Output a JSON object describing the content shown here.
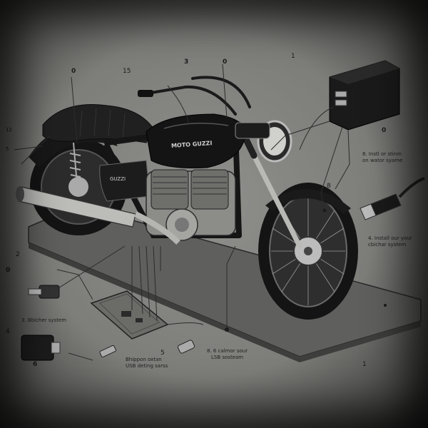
{
  "diagram": {
    "tank_badge": "MOTO GUZZI",
    "side_badge": "GUZZI",
    "callout_numbers": {
      "n_top_left": "0",
      "n_15": "15",
      "n_top_mid": "3",
      "n_top_right": "0",
      "n_hand": "1",
      "n_right_box": "0",
      "n_8": "8",
      "n_12": "12",
      "n_left_small": "5",
      "n_2": "2",
      "n_left_0": "0",
      "n_4": "4",
      "n_6": "6",
      "n_5": "5",
      "n_bottom_right": "1"
    },
    "labels": {
      "right_upper_1": "8. Instl or stinm",
      "right_upper_2": "on wator syame",
      "right_lower_1": "4. Install our your",
      "right_lower_2": "cbichar system",
      "left_mid": "3. Bbicher system",
      "bottom_center_1": "Bhippon oxtan",
      "bottom_center_2": "USB deting sarss",
      "bottom_right": "8. 6 calmor sour",
      "bottom_right_2": "LSB sosteam"
    }
  },
  "colors": {
    "background": "#8a8a87",
    "bike_body": "#161616",
    "chrome": "#b9b9b6",
    "platform": "#5e5e5c",
    "line": "#2a2a2a"
  }
}
